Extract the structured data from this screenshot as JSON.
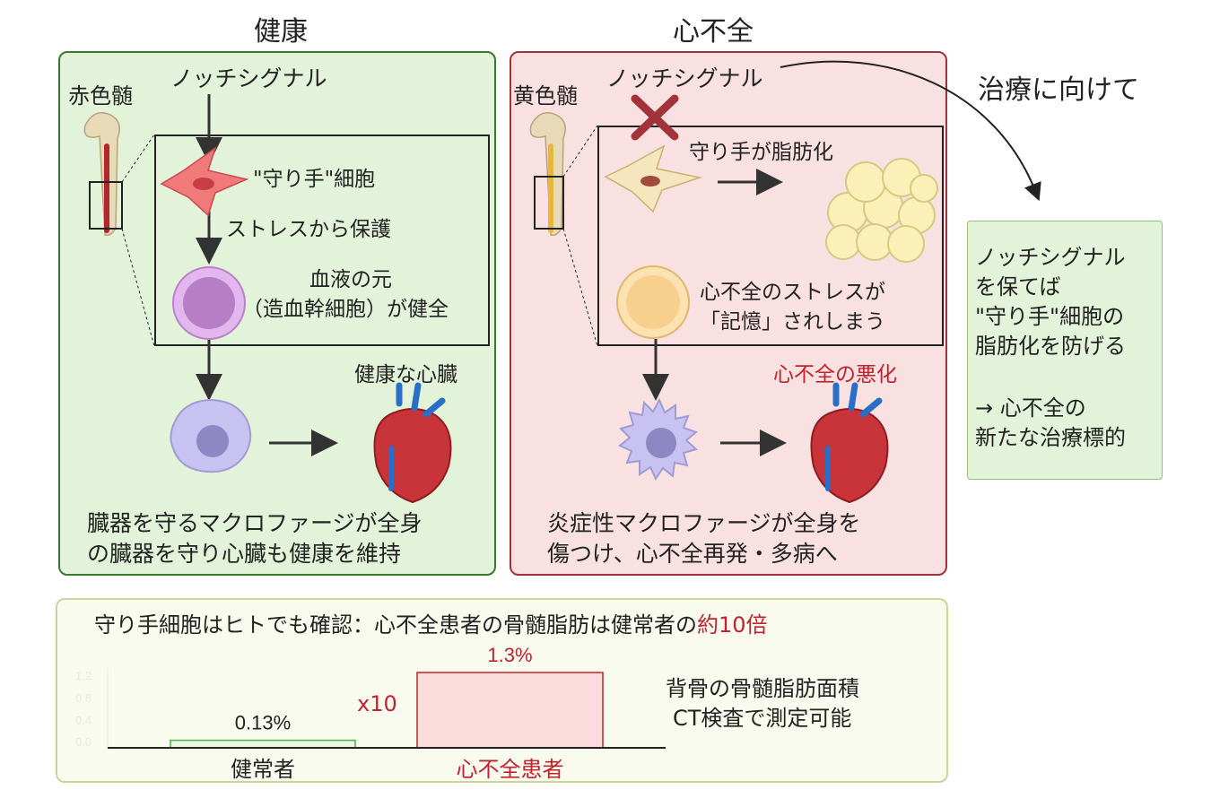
{
  "healthy": {
    "title": "健康",
    "bone_marrow_label": "赤色髄",
    "notch_label": "ノッチシグナル",
    "guardian_cell_label": "\"守り手\"細胞",
    "protect_label": "ストレスから保護",
    "hsc_line1": "血液の元",
    "hsc_line2": "（造血幹細胞）が健全",
    "heart_label": "健康な心臓",
    "caption_line1": "臓器を守るマクロファージが全身",
    "caption_line2": "の臓器を守り心臓も健康を維持"
  },
  "heart_failure": {
    "title": "心不全",
    "bone_marrow_label": "黄色髄",
    "notch_label": "ノッチシグナル",
    "fat_label": "守り手が脂肪化",
    "memory_line1": "心不全のストレスが",
    "memory_line2": "「記憶」されしまう",
    "worsen_label": "心不全の悪化",
    "caption_line1": "炎症性マクロファージが全身を",
    "caption_line2": "傷つけ、心不全再発・多病へ"
  },
  "treatment": {
    "heading": "治療に向けて",
    "box_line1": "ノッチシグナル",
    "box_line2": "を保てば",
    "box_line3": "\"守り手\"細胞の",
    "box_line4": "脂肪化を防げる",
    "box_line5": "→ 心不全の",
    "box_line6": "新たな治療標的"
  },
  "bottom": {
    "headline_main": "守り手細胞はヒトでも確認：心不全患者の骨髄脂肪は健常者の",
    "headline_highlight": "約10倍",
    "multiplier_label": "x10",
    "note_line1": "背骨の骨髄脂肪面積",
    "note_line2": "CT検査で測定可能"
  },
  "chart_data": {
    "type": "bar",
    "categories": [
      "健常者",
      "心不全患者"
    ],
    "values": [
      0.13,
      1.3
    ],
    "value_labels": [
      "0.13%",
      "1.3%"
    ],
    "y_ticks": [
      "1.2",
      "0.8",
      "0.4",
      "0.0"
    ],
    "ylim": [
      0,
      1.3
    ],
    "grid": false,
    "colors": [
      "#4caf50",
      "#c0232e"
    ],
    "fill_colors": [
      "#e8f7de",
      "#fbdcdc"
    ]
  },
  "colors": {
    "healthy_border": "#3a7a2e",
    "healthy_fill": "#e2f3d9",
    "hf_border": "#a3333a",
    "hf_fill": "#f9e1e1",
    "accent_red": "#c0232e"
  }
}
